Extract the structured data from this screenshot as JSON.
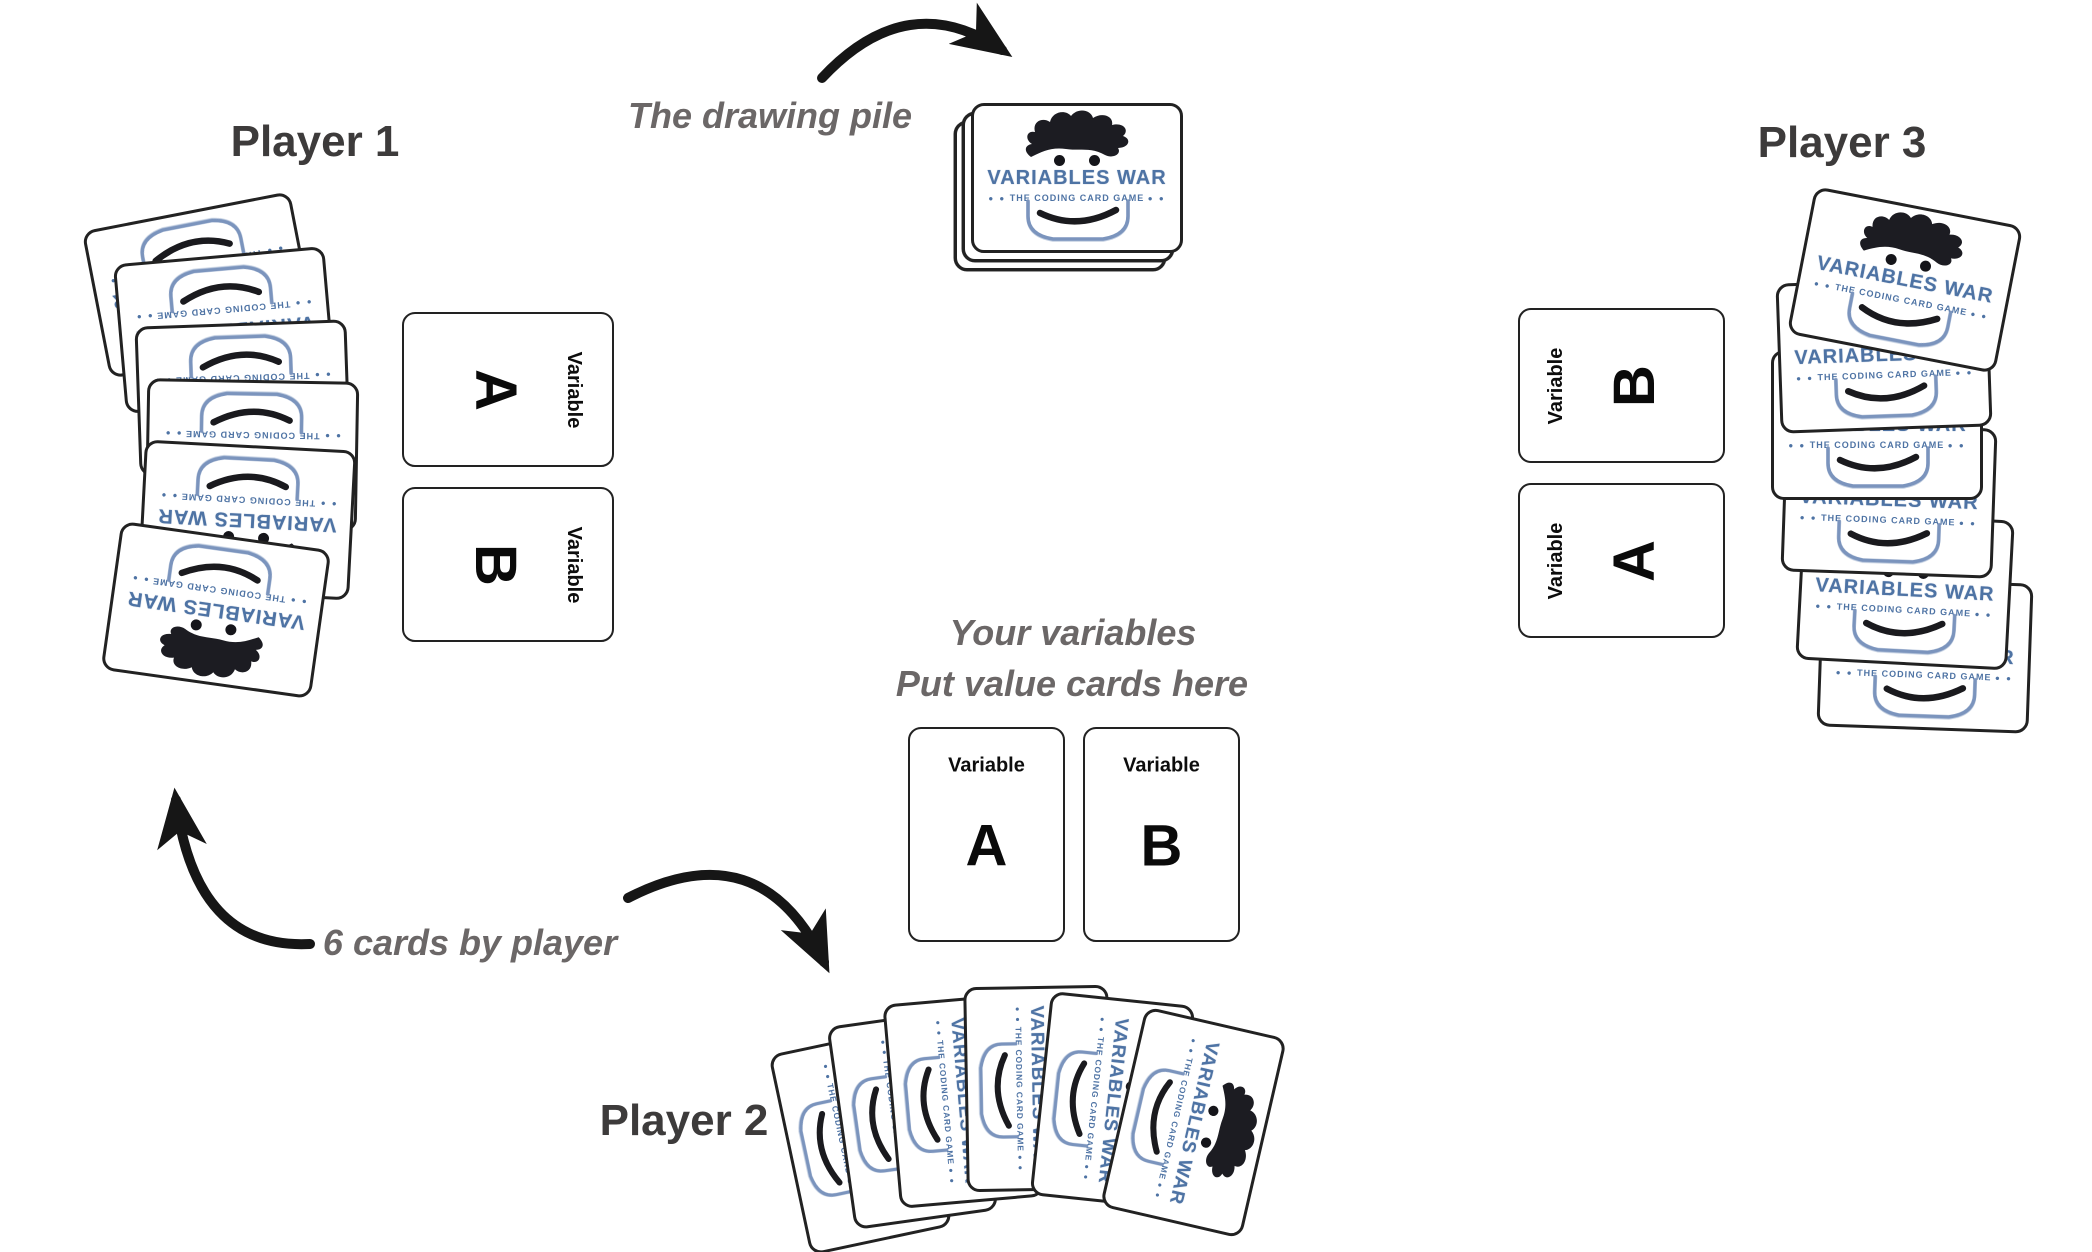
{
  "annotations": {
    "drawing_pile": "The drawing pile",
    "six_cards": "6 cards by player",
    "your_variables_line1": "Your variables",
    "your_variables_line2": "Put value cards here"
  },
  "players": {
    "player1": {
      "name": "Player 1",
      "hand_count": 6,
      "variable_slots": [
        "A",
        "B"
      ]
    },
    "player2": {
      "name": "Player 2",
      "hand_count": 6
    },
    "player3": {
      "name": "Player 3",
      "hand_count": 6,
      "variable_slots": [
        "B",
        "A"
      ]
    }
  },
  "your_area": {
    "variables": [
      "A",
      "B"
    ]
  },
  "drawing_pile": {
    "visible_card_layers": 3
  },
  "card_back": {
    "brand": "VARIABLES WAR",
    "tagline": "THE CODING CARD GAME",
    "tagline_decor": "● ●",
    "brand_color": "#4e73a4",
    "ink_color": "#1a1a1e"
  },
  "variable_card": {
    "label": "Variable"
  }
}
